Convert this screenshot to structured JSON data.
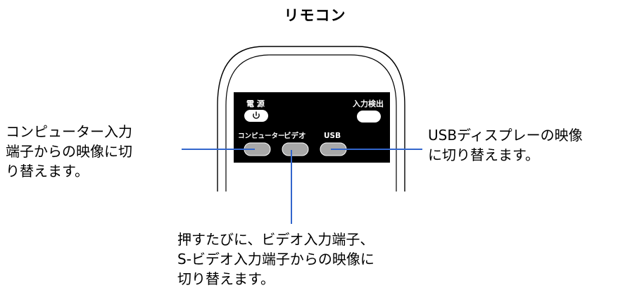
{
  "title": "リモコン",
  "remote": {
    "power_label": "電 源",
    "source_search_label": "入力検出",
    "computer_label": "コンピューター",
    "video_label": "ビデオ",
    "usb_label": "USB"
  },
  "callouts": {
    "left_lines": [
      "コンピューター入力",
      "端子からの映像に切",
      "り替えます。"
    ],
    "right_lines": [
      "USBディスプレーの映像",
      "に切り替えます。"
    ],
    "bottom_lines": [
      "押すたびに、ビデオ入力端子、",
      "S-ビデオ入力端子からの映像に",
      "切り替えます。"
    ]
  },
  "icons": {
    "power": "power-icon"
  }
}
